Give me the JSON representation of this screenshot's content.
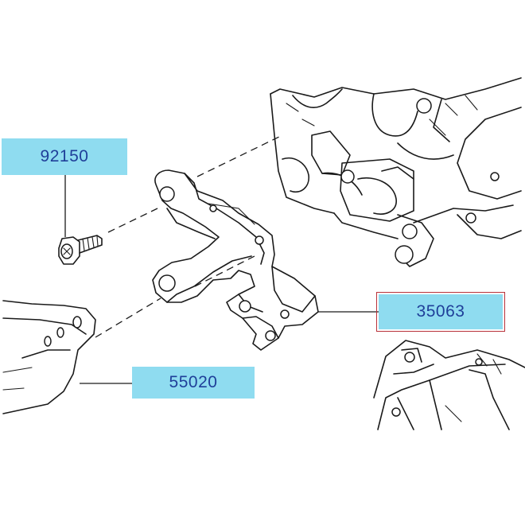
{
  "diagram": {
    "callouts": [
      {
        "id": "bolt",
        "part_number": "92150",
        "selected": false
      },
      {
        "id": "bracket",
        "part_number": "35063",
        "selected": true
      },
      {
        "id": "footrest",
        "part_number": "55020",
        "selected": false
      }
    ],
    "colors": {
      "label_fill": "#8fdcf0",
      "label_text": "#1f3f99",
      "selected_outline": "#b8323a",
      "line": "#1a1a1a"
    }
  }
}
